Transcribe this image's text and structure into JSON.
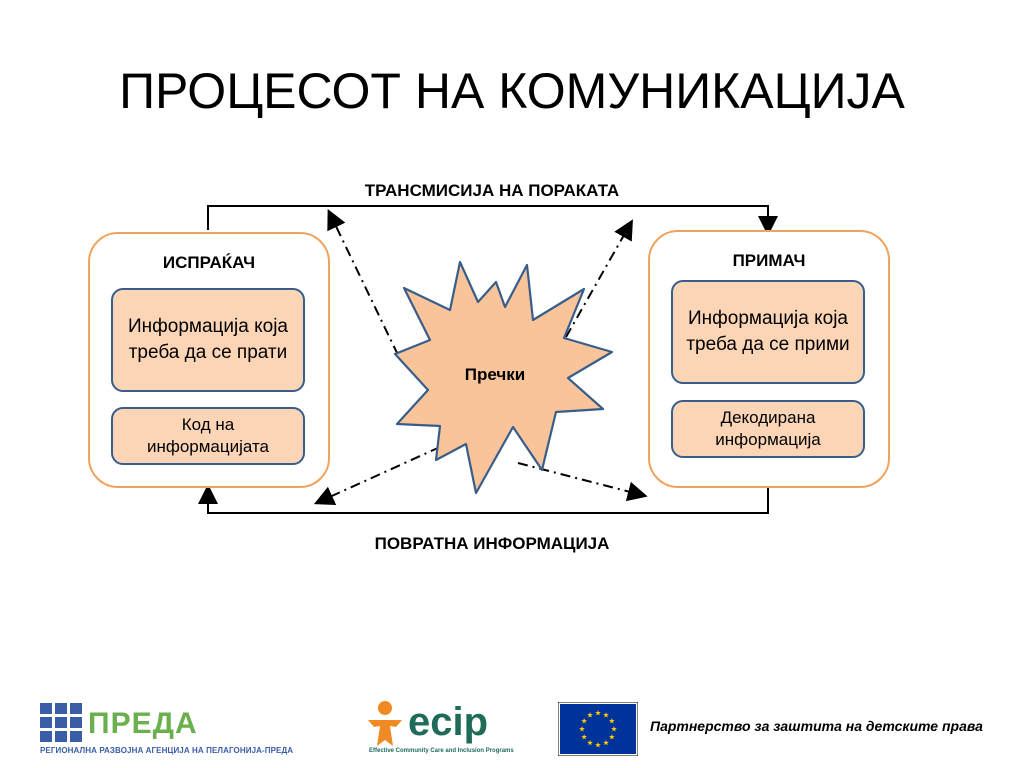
{
  "title": "ПРОЦЕСОТ НА КОМУНИКАЦИЈА",
  "transmission_label": "ТРАНСМИСИЈА  НА ПОРАКАТА",
  "feedback_label": "ПОВРАТНА ИНФОРМАЦИЈА",
  "sender": {
    "title": "ИСПРАЌАЧ",
    "info_box": "Информација која треба да се прати",
    "code_box": "Код на информацијата"
  },
  "receiver": {
    "title": "ПРИМАЧ",
    "info_box": "Информација која треба да се прими",
    "decoded_box": "Декодирана информација"
  },
  "noise_label": "Пречки",
  "footer": {
    "preda_name": "ПРЕДА",
    "preda_subtitle": "РЕГИОНАЛНА РАЗВОЈНА АГЕНЦИЈА НА ПЕЛАГОНИЈА-ПРЕДА",
    "ecip_name": "ecip",
    "ecip_subtitle": "Effective Community Care and Inclusion Programs",
    "partnership": "Партнерство за заштита на детските права"
  },
  "colors": {
    "panel_border": "#f0a35e",
    "box_fill": "#fbd5b5",
    "box_border": "#385d8a",
    "star_fill": "#f9c49a",
    "star_border": "#385d8a",
    "eu_blue": "#003399",
    "eu_star": "#ffcc00"
  }
}
